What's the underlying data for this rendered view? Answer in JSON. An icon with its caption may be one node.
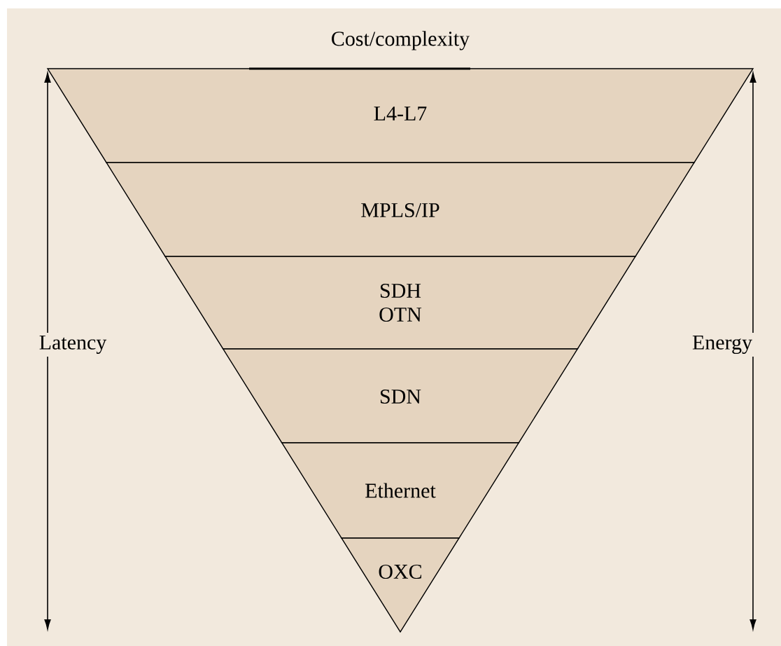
{
  "diagram": {
    "nodes": [
      {
        "text": [
          "L4-L7"
        ]
      },
      {
        "text": [
          "MPLS/IP"
        ]
      },
      {
        "text": [
          "SDH OTN"
        ]
      },
      {
        "text": [
          "SDN"
        ]
      },
      {
        "text": [
          "Ethernet"
        ]
      },
      {
        "text": [
          "OXC"
        ]
      }
    ],
    "labels": [
      "Cost/complexity",
      "Latency",
      "Energy"
    ]
  }
}
